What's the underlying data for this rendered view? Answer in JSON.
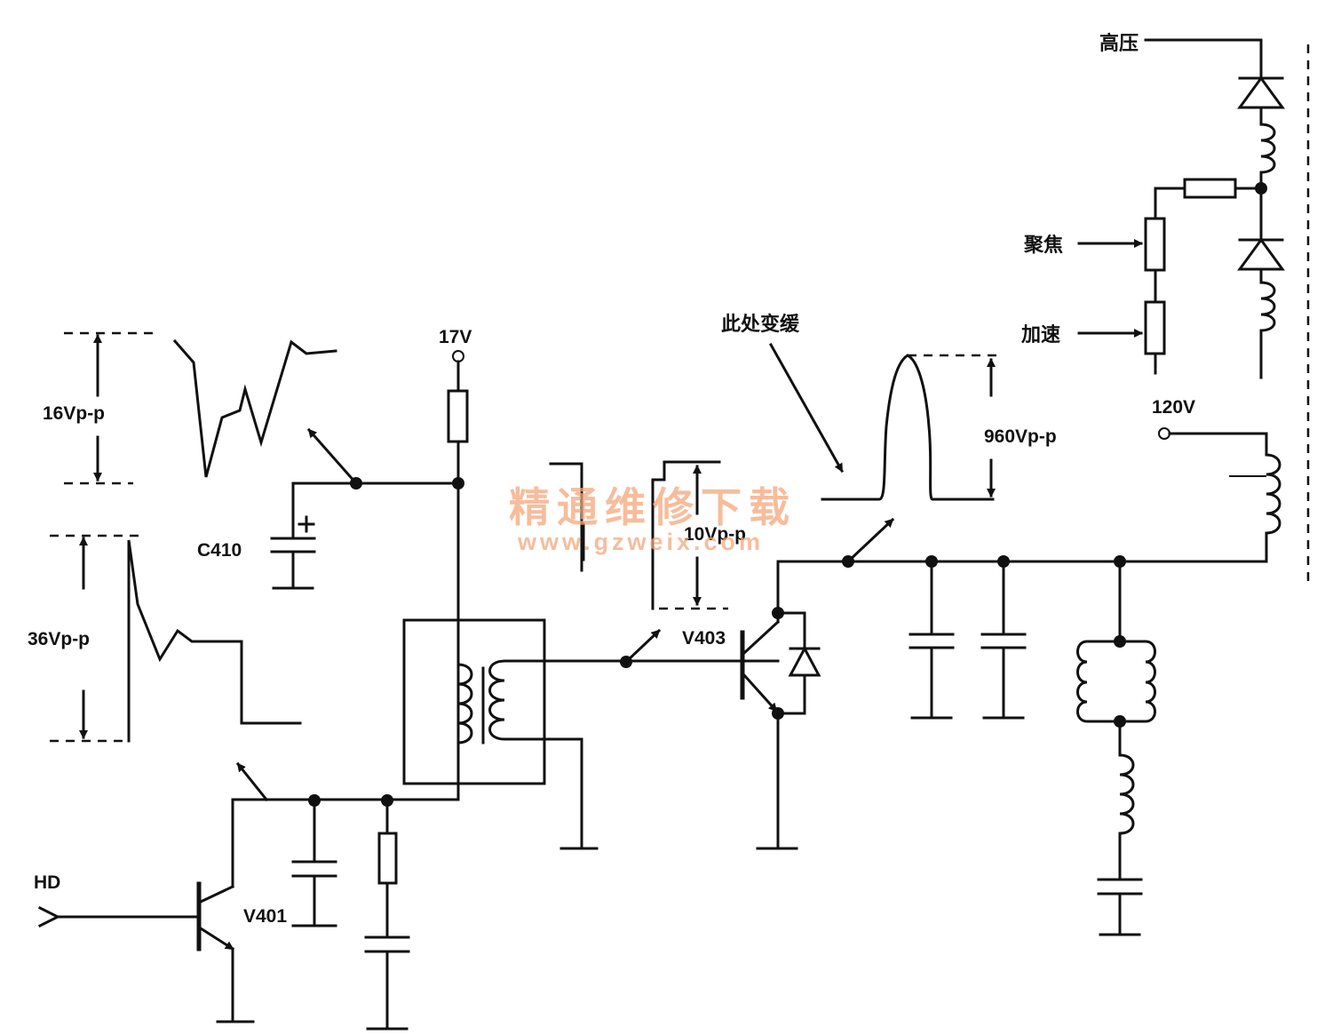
{
  "labels": {
    "supply_17v": "17V",
    "supply_120v": "120V",
    "input_hd": "HD",
    "cap_c410": "C410",
    "transistor_v401": "V401",
    "transistor_v403": "V403",
    "amp_16": "16Vp-p",
    "amp_36": "36Vp-p",
    "amp_10": "10Vp-p",
    "amp_960": "960Vp-p",
    "high_voltage": "高压",
    "focus": "聚焦",
    "acceleration": "加速",
    "change_note": "此处变缓"
  },
  "watermark": {
    "title": "精通维修下载",
    "url": "www.gzweix.com"
  }
}
